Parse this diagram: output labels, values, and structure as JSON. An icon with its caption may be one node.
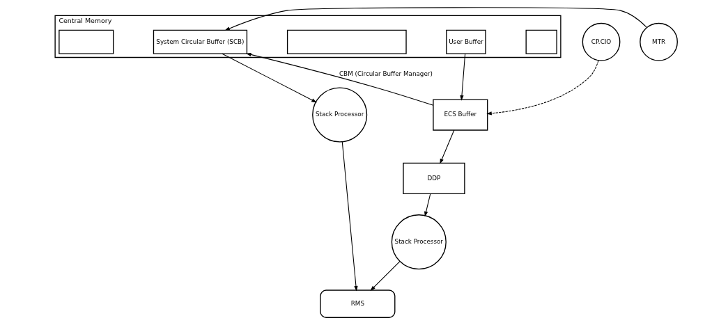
{
  "diagram": {
    "nodes": [
      {
        "text": [
          "Central Memory"
        ]
      },
      {
        "text": [],
        "shape": "box",
        "in": 0
      },
      {
        "text": [
          "System Circular Buffer (SCB)"
        ],
        "in": 0
      },
      {
        "text": [],
        "shape": "box",
        "in": 0
      },
      {
        "text": [
          "User Buffer"
        ],
        "in": 0
      },
      {
        "text": [],
        "shape": "box",
        "in": 0
      },
      {
        "text": [
          "Stack Processor"
        ]
      },
      {
        "text": [
          "MTR"
        ]
      },
      {
        "text": [
          "CP.CIO"
        ]
      },
      {
        "text": [
          "RMS"
        ]
      },
      {
        "text": [
          "ECS Buffer"
        ]
      },
      {
        "text": [
          "DDP"
        ]
      },
      {
        "text": [
          "Stack Processor"
        ]
      }
    ],
    "edges": [
      {
        "from": 2,
        "to": 6,
        "arrow": "to"
      },
      {
        "from": 6,
        "to": 9,
        "arrow": "to"
      },
      {
        "from": 7,
        "to": 2,
        "arrow": "to"
      },
      {
        "from": 8,
        "to": 10,
        "arrow": "to",
        "style": "dashed"
      },
      {
        "from": 4,
        "to": 10,
        "arrow": "to"
      },
      {
        "from": 10,
        "to": 2,
        "arrow": "to",
        "label": "CBM (Circular Buffer Manager)"
      },
      {
        "from": 10,
        "to": 11,
        "arrow": "to"
      },
      {
        "from": 11,
        "to": 12,
        "arrow": "to"
      },
      {
        "from": 12,
        "to": 9,
        "arrow": "to"
      }
    ]
  }
}
